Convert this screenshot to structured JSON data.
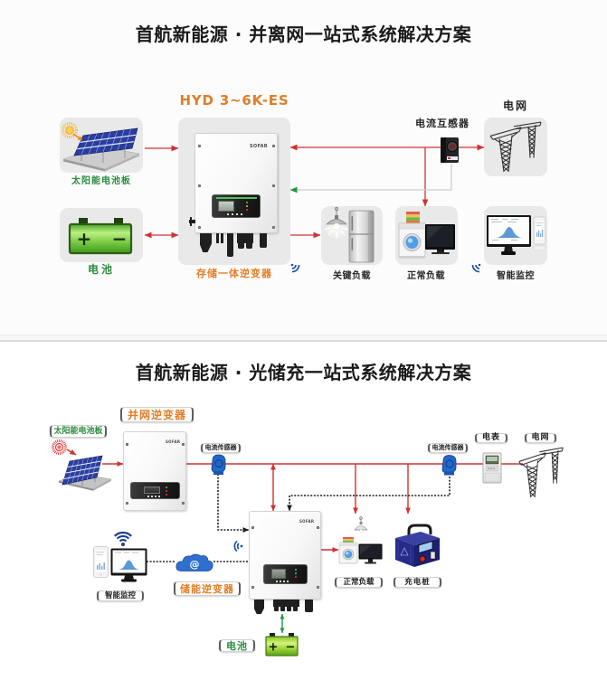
{
  "colors": {
    "arrow_red": "#d43030",
    "signal_green": "#1f9a3a",
    "label_green": "#2a8c3e",
    "label_orange": "#e27d26",
    "title_black": "#1b1b1b",
    "wireless_blue": "#1d4ea3"
  },
  "hybrid_system": {
    "title": "首航新能源 · 并离网一站式系统解决方案",
    "inverter": {
      "model": "HYD 3~6K-ES",
      "brand": "SOFAR",
      "label": "存储一体逆变器"
    },
    "solar_panel": {
      "label": "太阳能电池板"
    },
    "battery": {
      "label": "电池",
      "positive": "+",
      "negative": "−"
    },
    "current_transformer": {
      "label": "电流互感器"
    },
    "grid": {
      "label": "电网"
    },
    "critical_load": {
      "label": "关键负载"
    },
    "normal_load": {
      "label": "正常负载"
    },
    "smart_monitoring": {
      "label": "智能监控"
    },
    "connections": [
      {
        "from": "solar_panel",
        "to": "inverter",
        "type": "power",
        "arrow": "one-way"
      },
      {
        "from": "battery",
        "to": "inverter",
        "type": "power",
        "arrow": "two-way"
      },
      {
        "from": "inverter",
        "to": "critical_load",
        "type": "power",
        "arrow": "one-way"
      },
      {
        "from": "inverter",
        "to": "grid",
        "type": "power",
        "arrow": "two-way"
      },
      {
        "from": "grid_line",
        "to": "normal_load",
        "type": "power",
        "arrow": "one-way"
      },
      {
        "from": "current_transformer",
        "to": "inverter",
        "type": "signal",
        "arrow": "one-way"
      }
    ]
  },
  "pv_storage_charging_system": {
    "title": "首航新能源 · 光储充一站式系统解决方案",
    "solar_panel": {
      "label": "太阳能电池板"
    },
    "grid_tie_inverter": {
      "label": "并网逆变器",
      "brand": "SOFAR"
    },
    "current_sensor_left": {
      "label": "电流传感器"
    },
    "current_sensor_right": {
      "label": "电流传感器"
    },
    "meter": {
      "label": "电表"
    },
    "grid": {
      "label": "电网"
    },
    "storage_inverter": {
      "label": "储能逆变器",
      "brand": "SOFAR"
    },
    "cloud": {
      "symbol": "@"
    },
    "smart_monitoring": {
      "label": "智能监控"
    },
    "battery": {
      "label": "电池",
      "positive": "+",
      "negative": "−"
    },
    "normal_load": {
      "label": "正常负载"
    },
    "charging_pile": {
      "label": "充电桩"
    },
    "connections": [
      {
        "from": "solar_panel",
        "to": "grid_tie_inverter",
        "type": "power",
        "arrow": "one-way"
      },
      {
        "from": "grid_tie_inverter",
        "to": "grid",
        "type": "power bus",
        "arrow": "none"
      },
      {
        "from": "ac_bus",
        "to": "storage_inverter",
        "type": "power",
        "arrow": "two-way"
      },
      {
        "from": "ac_bus",
        "to": "normal_load",
        "type": "power",
        "arrow": "one-way"
      },
      {
        "from": "ac_bus",
        "to": "charging_pile",
        "type": "power",
        "arrow": "one-way"
      },
      {
        "from": "current_sensor_left",
        "to": "storage_inverter",
        "type": "signal",
        "arrow": "one-way"
      },
      {
        "from": "current_sensor_right",
        "to": "storage_inverter",
        "type": "signal",
        "arrow": "one-way"
      },
      {
        "from": "storage_inverter",
        "to": "normal_load",
        "type": "power",
        "arrow": "one-way"
      },
      {
        "from": "storage_inverter",
        "to": "battery",
        "type": "power",
        "arrow": "two-way"
      },
      {
        "from": "storage_inverter",
        "to": "cloud",
        "type": "data",
        "arrow": "none"
      },
      {
        "from": "cloud",
        "to": "smart_monitoring",
        "type": "data",
        "arrow": "none"
      }
    ]
  }
}
